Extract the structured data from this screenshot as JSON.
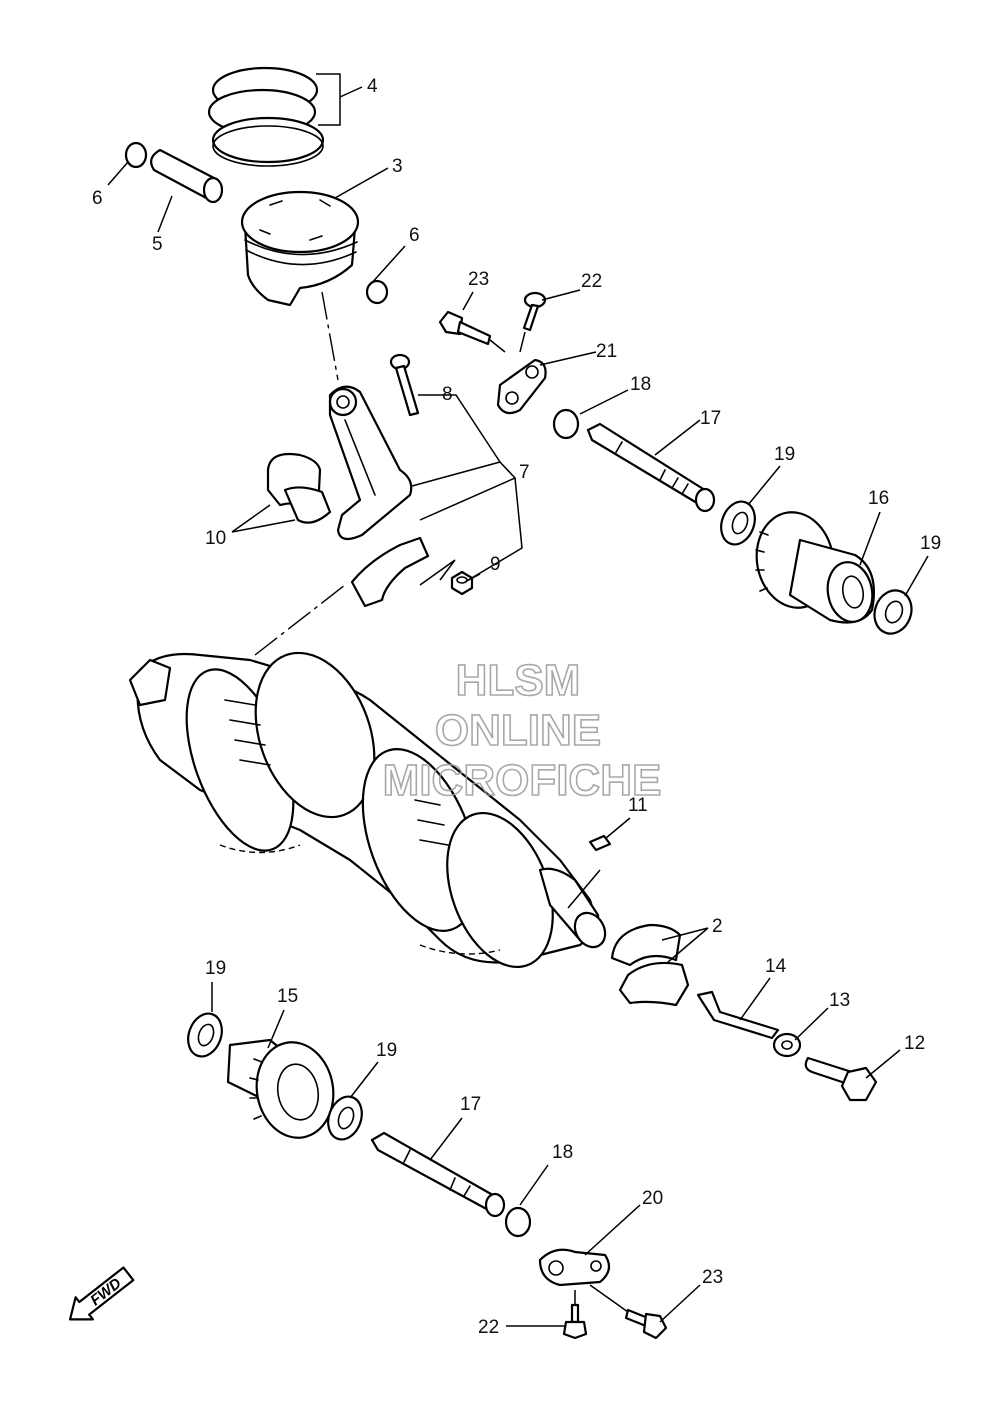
{
  "watermark": {
    "line1": "HLSM",
    "line2": "ONLINE",
    "line3": "MICROFICHE",
    "color": "#9a9a9a"
  },
  "direction_marker": "FWD",
  "callouts": [
    "4",
    "3",
    "6",
    "5",
    "6",
    "23",
    "22",
    "21",
    "18",
    "8",
    "17",
    "7",
    "19",
    "16",
    "19",
    "10",
    "9",
    "11",
    "2",
    "19",
    "15",
    "14",
    "13",
    "12",
    "19",
    "17",
    "18",
    "20",
    "23",
    "22"
  ],
  "parts": {
    "piston_rings": "4",
    "piston": "3",
    "circlip": "6",
    "piston_pin": "5",
    "connecting_rod_bolt": "8",
    "connecting_rod": "7",
    "nut": "9",
    "big_end_bearing": "10",
    "woodruff_key": "11",
    "crankshaft_bearing": "2",
    "bolt": "12",
    "washer": "13",
    "plate": "14",
    "balancer_gear_left": "15",
    "balancer_gear_right": "16",
    "balancer_shaft": "17",
    "o_ring": "18",
    "bearing": "19",
    "lever_lower": "20",
    "lever_upper": "21",
    "screw": "22",
    "bolt_flange": "23"
  }
}
